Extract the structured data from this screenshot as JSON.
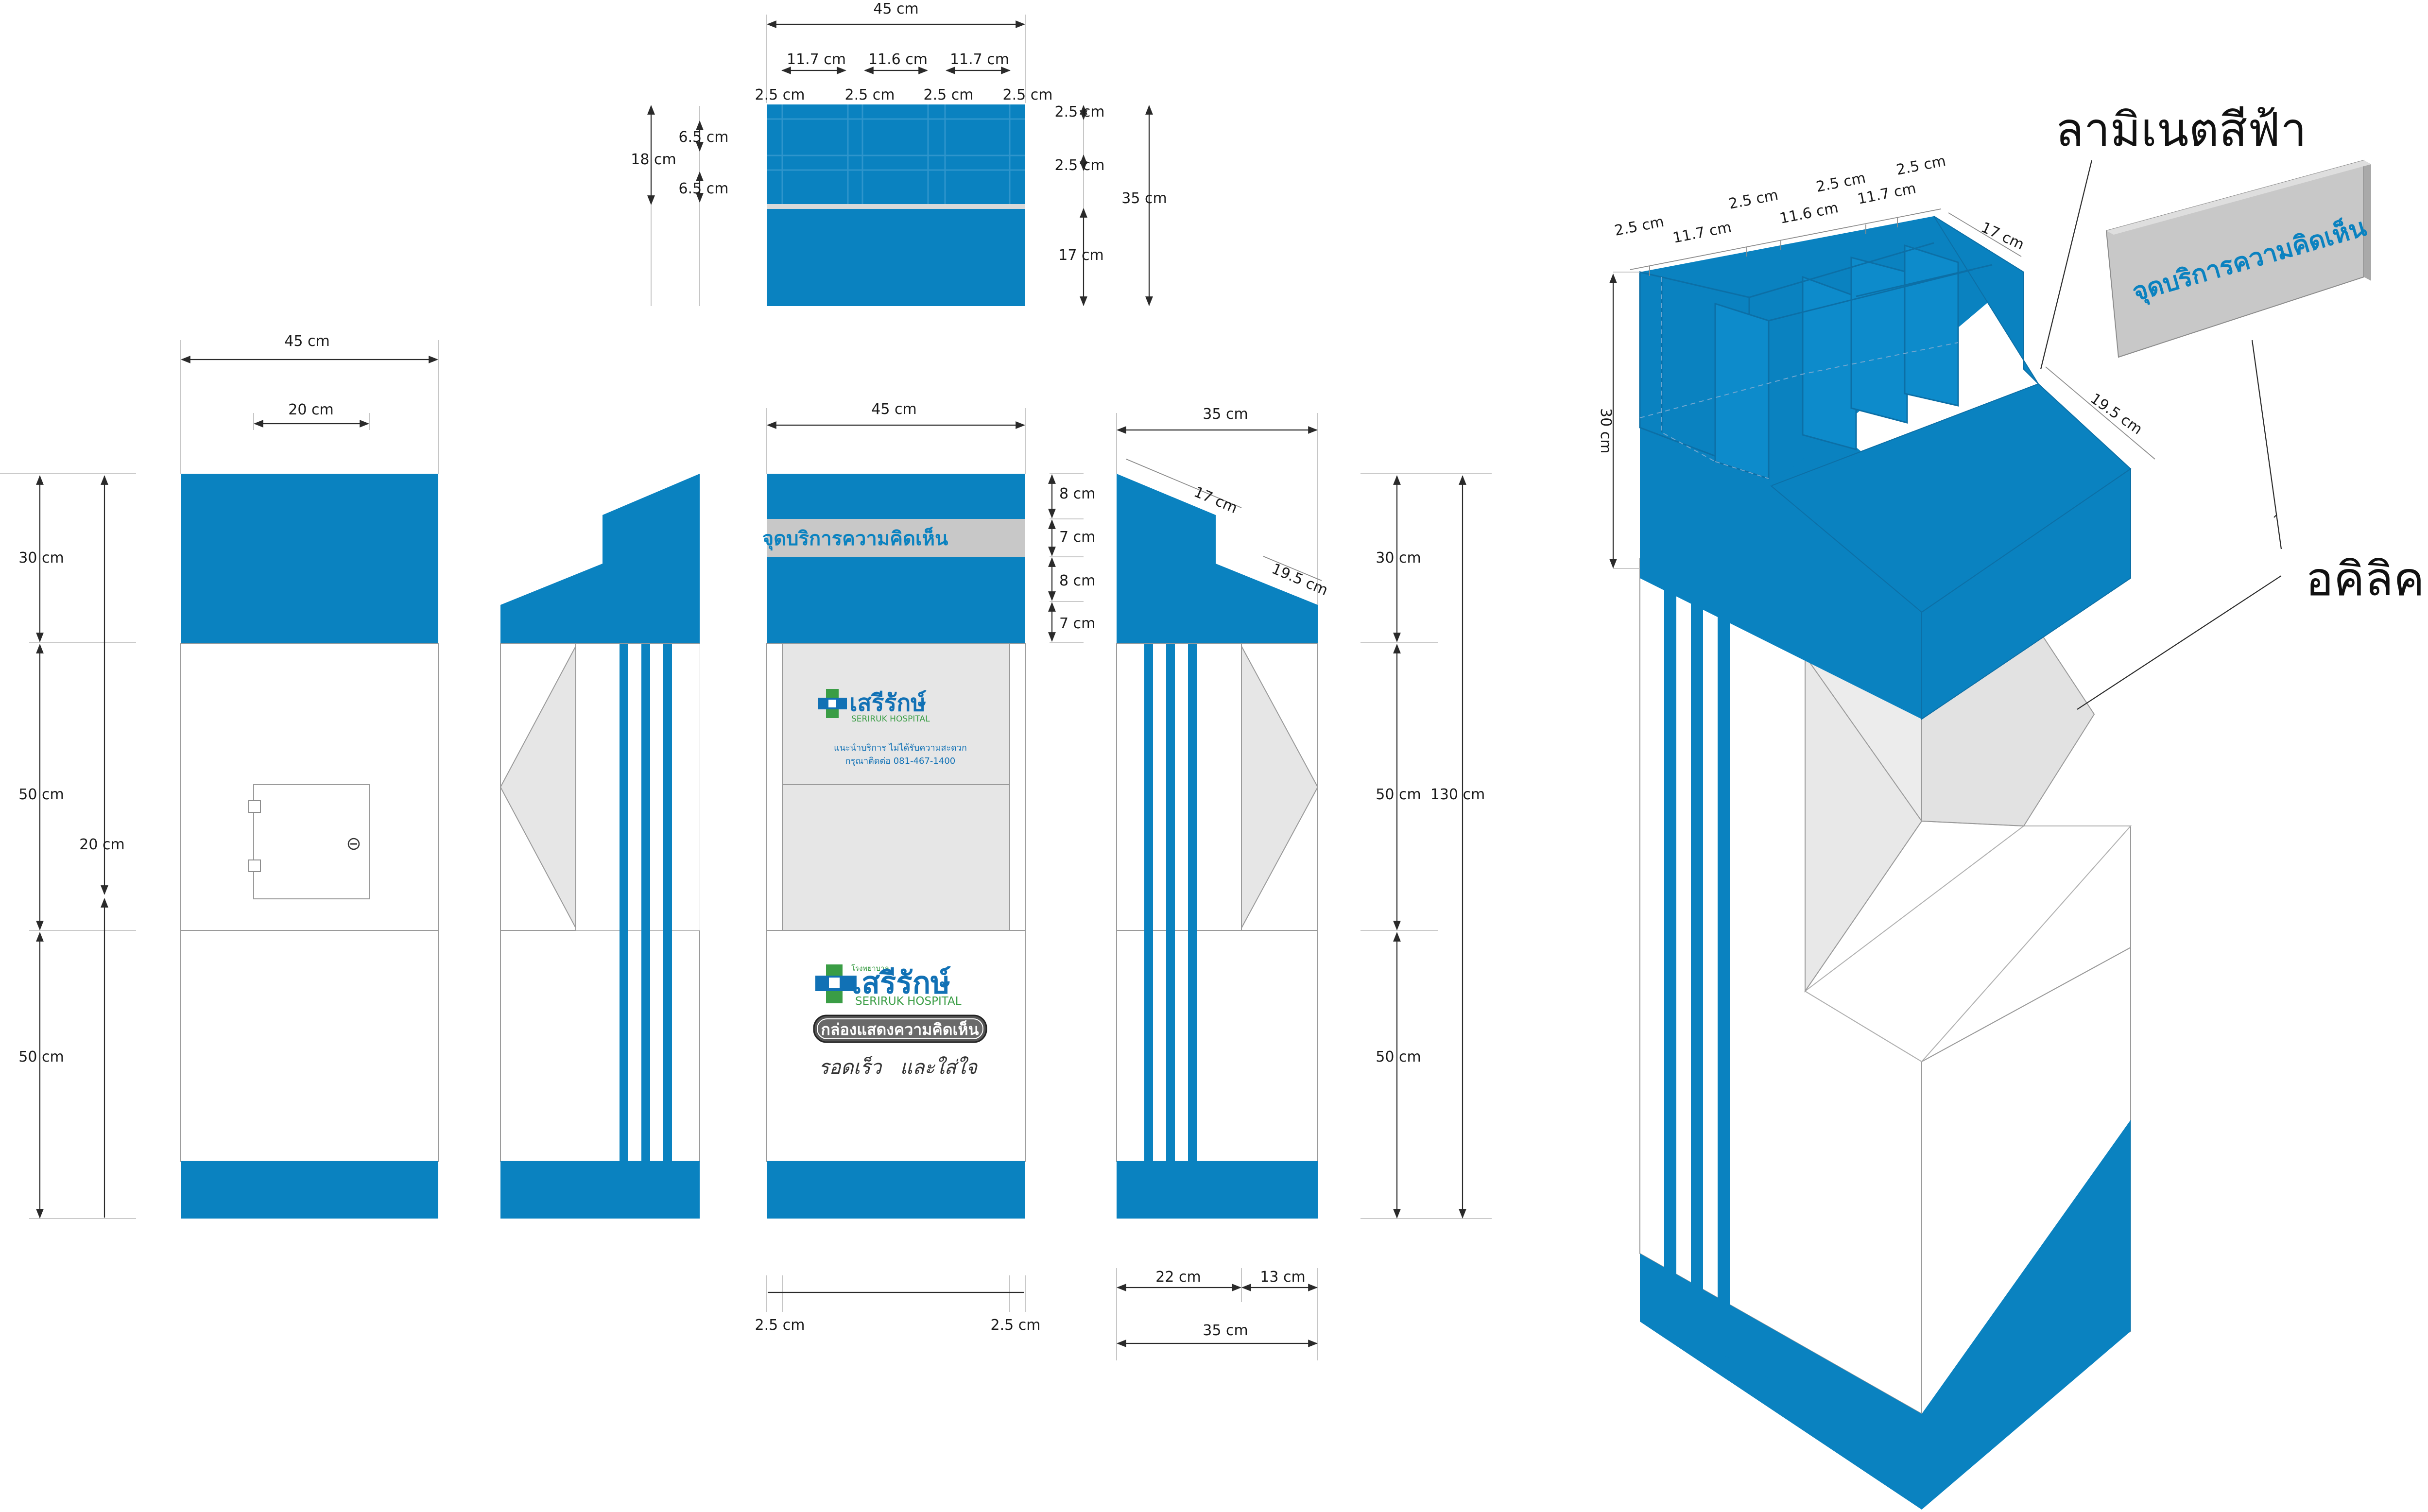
{
  "colors": {
    "blue": "#0a82c0",
    "light_gray": "#e6e6e6",
    "sign_gray": "#c8c8c8",
    "acrylic_gray": "#ececec",
    "logo_green": "#3a9d45",
    "logo_blue": "#1171b5"
  },
  "labels": {
    "laminate_callout": "ลามิเนตสีฟ้า",
    "acrylic_callout": "อคิลิค",
    "sign_text": "จุดบริการความคิดเห็น",
    "front_brand_small": "โรงพยาบาล",
    "front_brand": "เสรีรักษ์",
    "front_brand_en": "SERIRUK HOSPITAL",
    "front_note_1": "แนะนำบริการ ไม่ได้รับความสะดวก",
    "front_note_2": "กรุณาติดต่อ 081-467-1400",
    "front_pill": "กล่องแสดงความคิดเห็น",
    "front_slogan": "รอดเร็ว   และใส่ใจ"
  },
  "dims": {
    "top_45": "45 cm",
    "top_11_7a": "11.7 cm",
    "top_11_6": "11.6 cm",
    "top_11_7b": "11.7 cm",
    "top_2_5a": "2.5 cm",
    "top_2_5b": "2.5 cm",
    "top_2_5c": "2.5 cm",
    "top_2_5d": "2.5 cm",
    "top_18": "18 cm",
    "top_6_5a": "6.5 cm",
    "top_6_5b": "6.5 cm",
    "top_r_2_5a": "2.5 cm",
    "top_r_2_5b": "2.5 cm",
    "top_r_17": "17 cm",
    "top_35": "35 cm",
    "back_45": "45 cm",
    "back_20": "20 cm",
    "left_30": "30 cm",
    "left_50a": "50 cm",
    "left_50b": "50 cm",
    "left_20": "20 cm",
    "front_45": "45 cm",
    "front_8a": "8 cm",
    "front_7a": "7 cm",
    "front_8b": "8 cm",
    "front_7b": "7 cm",
    "front_bottom_2_5a": "2.5 cm",
    "front_bottom_2_5b": "2.5 cm",
    "side_35": "35 cm",
    "side_17": "17 cm",
    "side_19_5": "19.5 cm",
    "side_22": "22 cm",
    "side_13": "13 cm",
    "side_bottom_35": "35 cm",
    "right_30": "30 cm",
    "right_50a": "50 cm",
    "right_50b": "50 cm",
    "right_130": "130 cm",
    "iso_2_5a": "2.5 cm",
    "iso_11_7a": "11.7 cm",
    "iso_2_5b": "2.5 cm",
    "iso_11_6": "11.6 cm",
    "iso_2_5c": "2.5 cm",
    "iso_11_7b": "11.7 cm",
    "iso_2_5d": "2.5 cm",
    "iso_17": "17 cm",
    "iso_19_5": "19.5 cm",
    "iso_30": "30 cm"
  }
}
